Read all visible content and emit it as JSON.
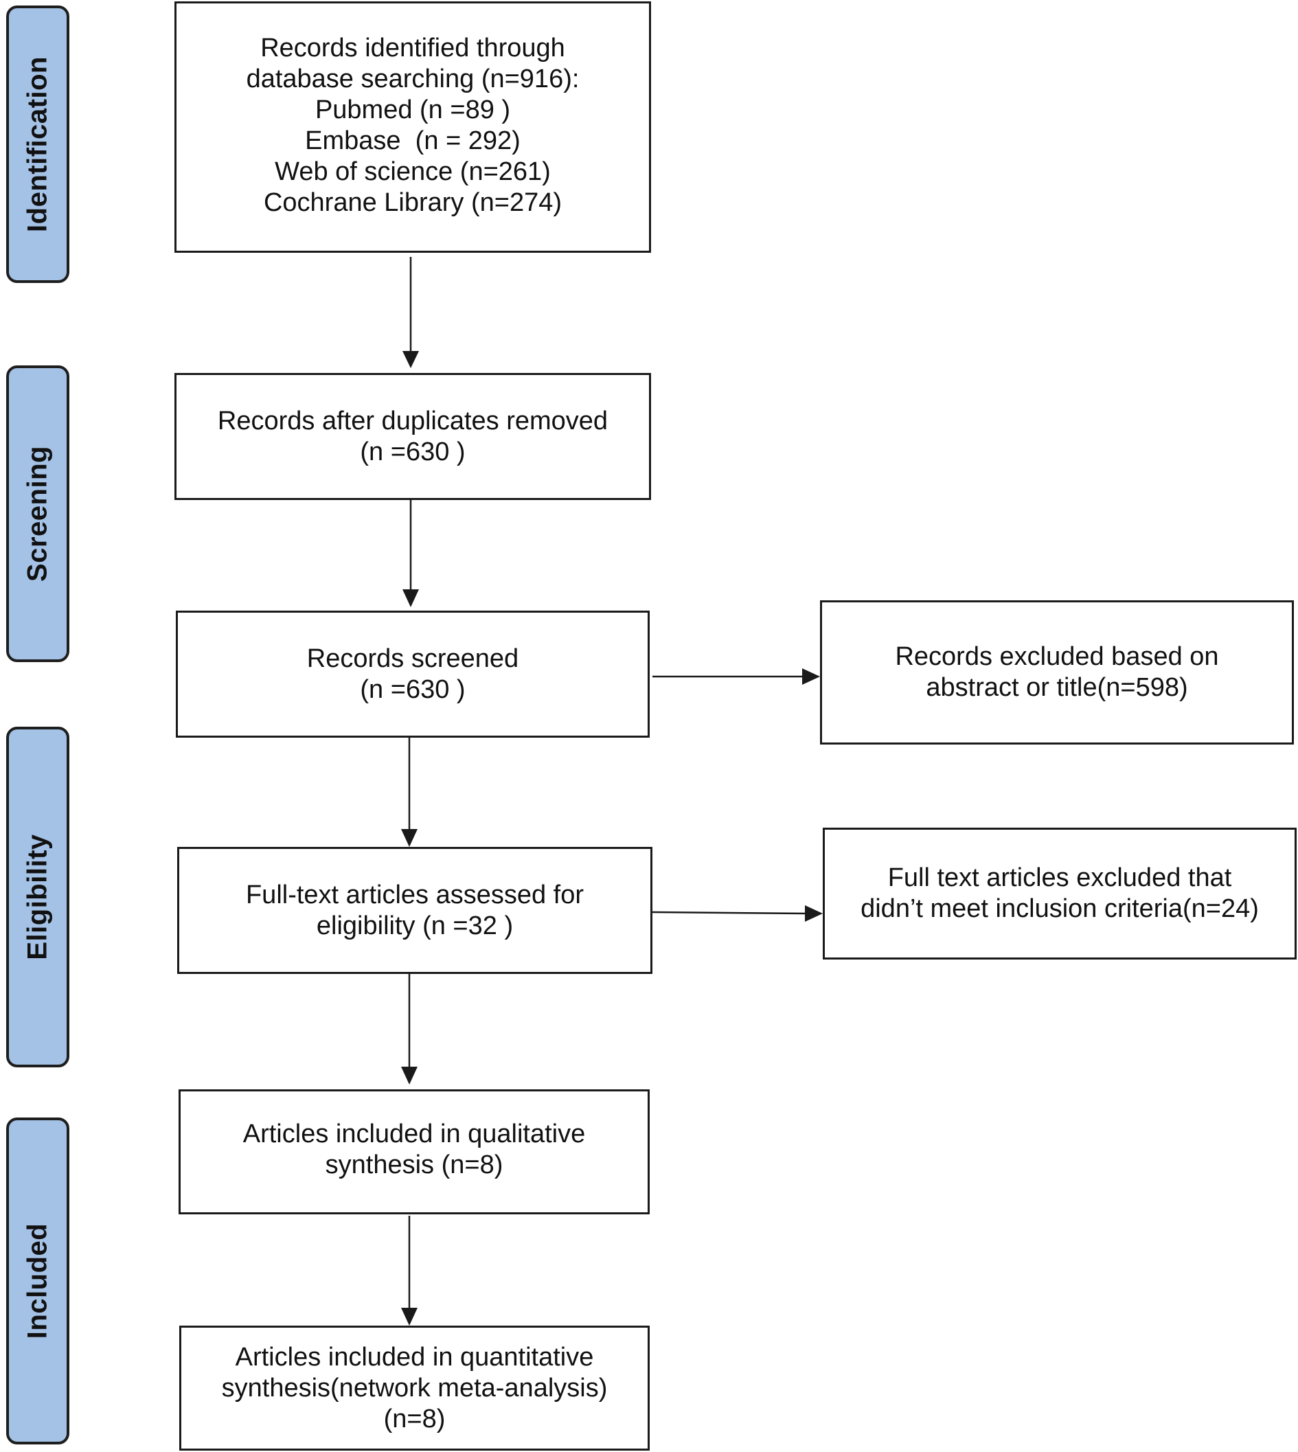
{
  "phases": {
    "identification": "Identification",
    "screening": "Screening",
    "eligibility": "Eligibility",
    "included": "Included"
  },
  "boxes": {
    "identified": {
      "lines": [
        "Records identified through",
        "database searching (n=916):",
        "Pubmed (n =89 )",
        "Embase  (n = 292)",
        "Web of science (n=261)",
        "Cochrane Library (n=274)"
      ]
    },
    "after_duplicates": {
      "lines": [
        "Records after duplicates removed",
        "(n =630 )"
      ]
    },
    "screened": {
      "lines": [
        "Records screened",
        "(n =630 )"
      ]
    },
    "excluded_abstract": {
      "lines": [
        "Records excluded based on",
        "abstract or title(n=598)"
      ]
    },
    "full_text": {
      "lines": [
        "Full-text articles assessed for",
        "eligibility (n =32 )"
      ]
    },
    "excluded_full_text": {
      "lines": [
        "Full text articles excluded that",
        "didn’t meet inclusion criteria(n=24)"
      ]
    },
    "qualitative": {
      "lines": [
        "Articles included in qualitative",
        "synthesis (n=8)"
      ]
    },
    "quantitative": {
      "lines": [
        "Articles included in quantitative",
        "synthesis(network meta-analysis)",
        "(n=8)"
      ]
    }
  },
  "colors": {
    "phase_fill": "#a4c2e6",
    "border": "#1a1a1a"
  }
}
